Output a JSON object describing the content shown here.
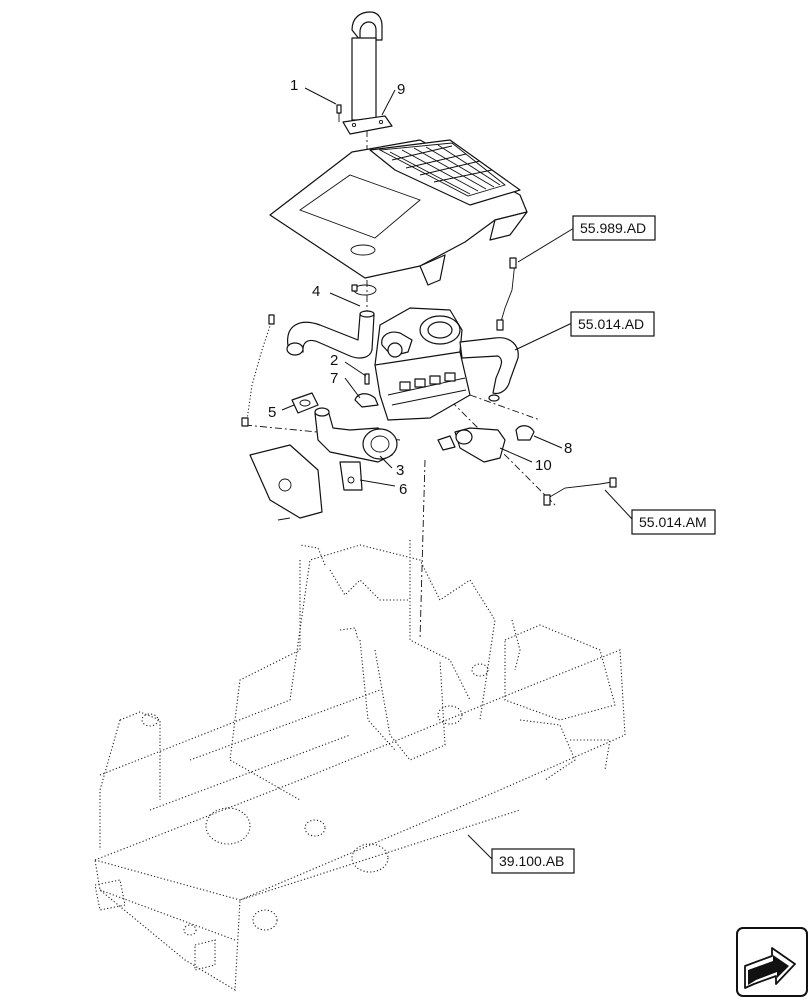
{
  "callouts": [
    {
      "id": "1",
      "label": "1"
    },
    {
      "id": "9",
      "label": "9"
    },
    {
      "id": "4",
      "label": "4"
    },
    {
      "id": "2",
      "label": "2"
    },
    {
      "id": "7",
      "label": "7"
    },
    {
      "id": "5",
      "label": "5"
    },
    {
      "id": "3",
      "label": "3"
    },
    {
      "id": "6",
      "label": "6"
    },
    {
      "id": "8",
      "label": "8"
    },
    {
      "id": "10",
      "label": "10"
    }
  ],
  "references": [
    {
      "id": "ref-55-989-ad",
      "label": "55.989.AD"
    },
    {
      "id": "ref-55-014-ad",
      "label": "55.014.AD"
    },
    {
      "id": "ref-55-014-am",
      "label": "55.014.AM"
    },
    {
      "id": "ref-39-100-ab",
      "label": "39.100.AB"
    }
  ],
  "icons": {
    "nav_arrow": "next-page-arrow-icon"
  }
}
